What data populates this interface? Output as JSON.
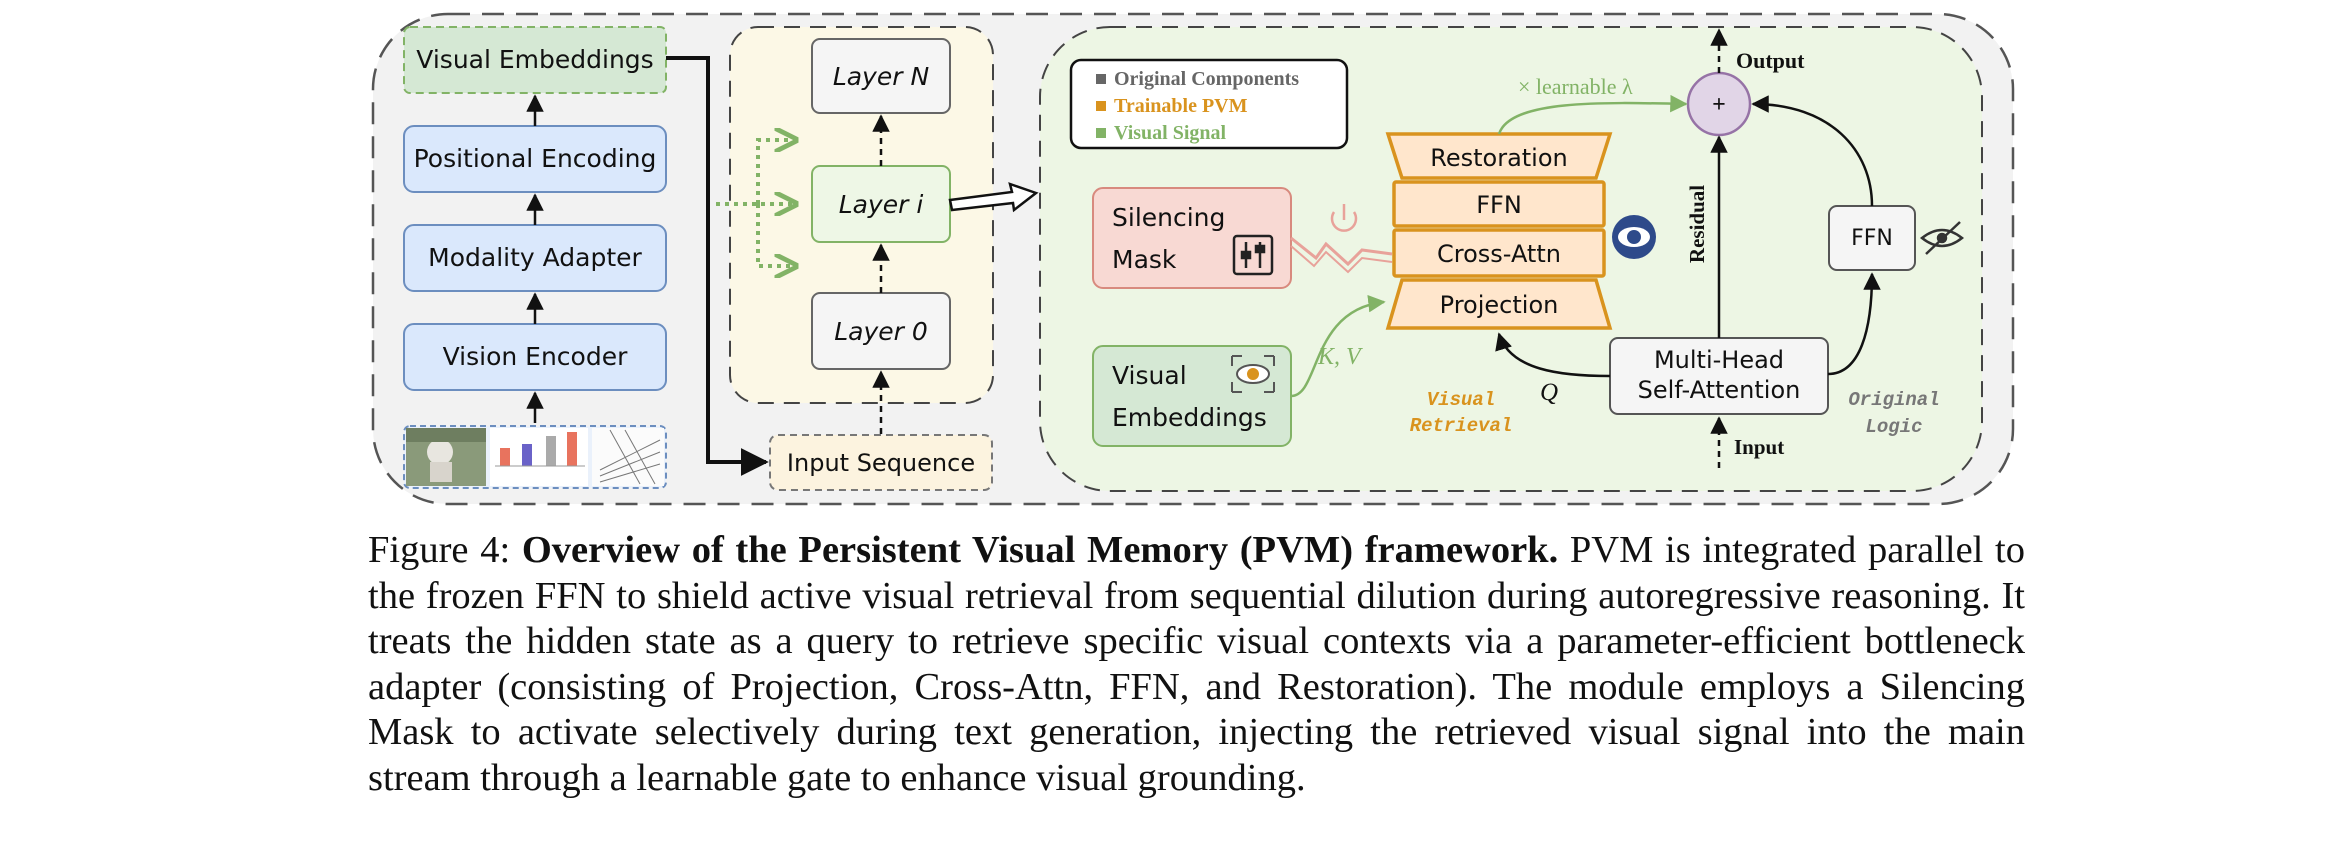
{
  "figure": {
    "pipeline": {
      "visual_embeddings": "Visual Embeddings",
      "positional_encoding": "Positional Encoding",
      "modality_adapter": "Modality Adapter",
      "vision_encoder": "Vision Encoder"
    },
    "stack": {
      "layer_n": "Layer N",
      "layer_i": "Layer i",
      "layer_0": "Layer 0",
      "input_sequence": "Input Sequence"
    },
    "legend": {
      "original": "Original Components",
      "trainable": "Trainable PVM",
      "signal": "Visual Signal"
    },
    "pvm": {
      "restoration": "Restoration",
      "ffn": "FFN",
      "cross_attn": "Cross-Attn",
      "projection": "Projection"
    },
    "silencing_mask": {
      "line1": "Silencing",
      "line2": "Mask"
    },
    "vis_emb": {
      "line1": "Visual",
      "line2": "Embeddings"
    },
    "kv_label": "K, V",
    "q_label": "Q",
    "learnable_label": "× learnable λ",
    "output_label": "Output",
    "residual_label": "Residual",
    "input_label": "Input",
    "mhsa": {
      "line1": "Multi-Head",
      "line2": "Self-Attention"
    },
    "ffn_frozen": "FFN",
    "plus": "+",
    "visual_retrieval": {
      "line1": "Visual",
      "line2": "Retrieval"
    },
    "original_logic": {
      "line1": "Original",
      "line2": "Logic"
    },
    "colors": {
      "trainable": "#D9931E",
      "signal": "#82B366",
      "frozen": "#666666"
    }
  },
  "caption": {
    "label": "Figure 4:",
    "title": "Overview of the Persistent Visual Memory (PVM) framework.",
    "body": "PVM is integrated parallel to the frozen FFN to shield active visual retrieval from sequential dilution during autoregressive reasoning. It treats the hidden state as a query to retrieve specific visual contexts via a parameter-efficient bottleneck adapter (consisting of Projection, Cross-Attn, FFN, and Restoration). The module employs a Silencing Mask to activate selectively during text generation, injecting the retrieved visual signal into the main stream through a learnable gate to enhance visual grounding."
  }
}
